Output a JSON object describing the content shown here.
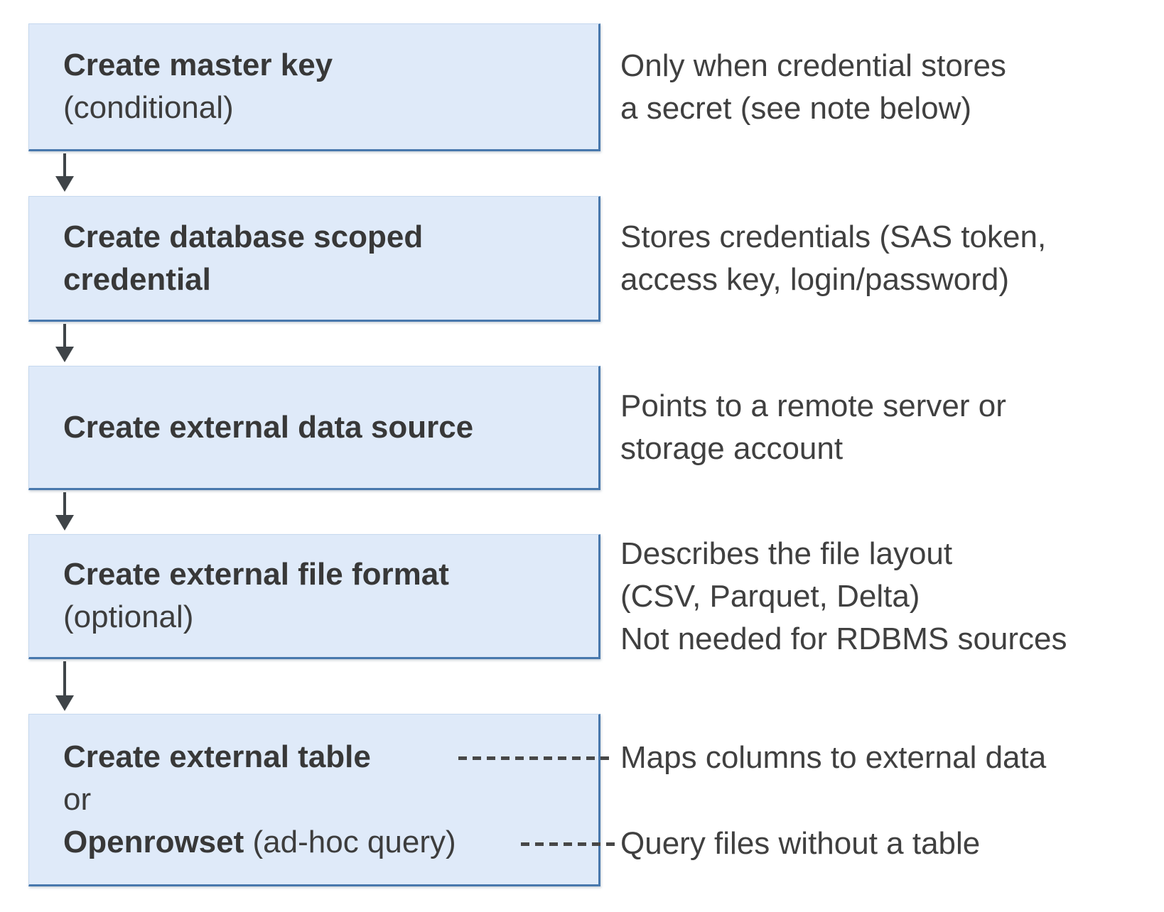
{
  "colors": {
    "box_fill": "#dfeaf9",
    "box_border": "#4878ad",
    "title_text": "#383838",
    "note_text": "#404040",
    "arrow": "#3f4448",
    "dashed_connector": "#474747",
    "background": "#ffffff"
  },
  "diagram": {
    "steps": [
      {
        "id": "create-master-key",
        "title": "Create master key",
        "subtitle": "(conditional)",
        "note": "Only when credential stores\na secret (see note below)"
      },
      {
        "id": "create-database-scoped-credential",
        "title": "Create database scoped\ncredential",
        "subtitle": "",
        "note": "Stores credentials (SAS token,\naccess key, login/password)"
      },
      {
        "id": "create-external-data-source",
        "title": "Create external data source",
        "subtitle": "",
        "note": "Points to a remote server or\nstorage account"
      },
      {
        "id": "create-external-file-format",
        "title": "Create external file format",
        "subtitle": "(optional)",
        "note": "Describes the file layout\n(CSV, Parquet, Delta)\nNot needed for RDBMS sources"
      },
      {
        "id": "create-external-table-or-openrowset",
        "title": "Create external table",
        "or_label": "or",
        "alt_title": "Openrowset",
        "alt_suffix": " (ad-hoc query)",
        "note_table": "Maps columns to external data",
        "note_openrowset": "Query files without a table"
      }
    ]
  }
}
